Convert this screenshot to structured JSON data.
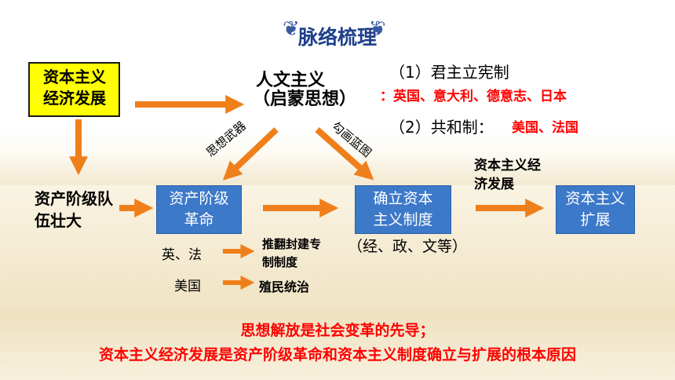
{
  "title": "脉络梳理",
  "ornaments": {
    "left": "❦",
    "right": "❦"
  },
  "nodes": {
    "capitalism_econ": "资本主义经济发展",
    "humanism": "人文主义",
    "enlightenment": "（启蒙思想）",
    "bourgeoisie_grow": "资产阶级队伍壮大",
    "bourgeois_revolution": "资产阶级革命",
    "establish_system": "确立资本主义制度",
    "expand": "资本主义扩展",
    "econ_label_right": "资本主义经济发展"
  },
  "forms": {
    "item1_label": "（1）君主立宪制",
    "item1_countries": "：英国、意大利、德意志、日本",
    "item2_label": "（2）共和制：",
    "item2_countries": "美国、法国"
  },
  "arrow_labels": {
    "ideological_weapon": "思想武器",
    "blueprint": "勾画蓝图"
  },
  "system_note": "（经、政、文等）",
  "revolution_cases": {
    "uk_fr": "英、法",
    "uk_fr_result": "推翻封建专制制度",
    "us": "美国",
    "us_result": "殖民统治"
  },
  "conclusion": {
    "line1": "思想解放是社会变革的先导；",
    "line2": "资本主义经济发展是资产阶级革命和资本主义制度确立与扩展的根本原因"
  },
  "colors": {
    "arrow": "#ef7f1a",
    "box": "#3d79c9",
    "highlight": "#ffff00",
    "emphasis": "#ff0000",
    "title": "#1f3f8a"
  }
}
